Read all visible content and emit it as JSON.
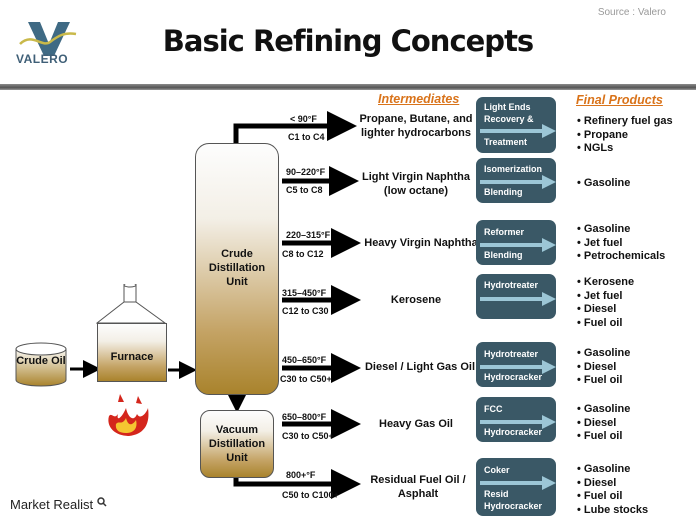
{
  "header": {
    "title": "Basic Refining Concepts",
    "source": "Source : Valero",
    "logo_text": "VALERO",
    "logo_icon": "valero-v-logo"
  },
  "columns": {
    "intermediates_header": "Intermediates",
    "final_products_header": "Final Products"
  },
  "units": {
    "crude_oil": "Crude Oil",
    "furnace": "Furnace",
    "furnace_flame_icon": "flame-icon",
    "crude_distillation": [
      "Crude",
      "Distillation",
      "Unit"
    ],
    "vacuum_distillation": [
      "Vacuum",
      "Distillation",
      "Unit"
    ]
  },
  "streams": [
    {
      "temp": "< 90°F",
      "carbon": "C1 to C4",
      "intermediate": "Propane, Butane, and lighter hydrocarbons",
      "process": [
        "Light Ends",
        "Recovery &",
        "Treatment"
      ],
      "products": [
        "Refinery fuel gas",
        "Propane",
        "NGLs"
      ]
    },
    {
      "temp": "90–220°F",
      "carbon": "C5 to C8",
      "intermediate": "Light Virgin Naphtha (low octane)",
      "process": [
        "Isomerization",
        "Blending"
      ],
      "products": [
        "Gasoline"
      ]
    },
    {
      "temp": "220–315°F",
      "carbon": "C8 to C12",
      "intermediate": "Heavy Virgin Naphtha",
      "process": [
        "Reformer",
        "Blending"
      ],
      "products": [
        "Gasoline",
        "Jet fuel",
        "Petrochemicals"
      ]
    },
    {
      "temp": "315–450°F",
      "carbon": "C12 to C30",
      "intermediate": "Kerosene",
      "process": [
        "Hydrotreater"
      ],
      "products": [
        "Kerosene",
        "Jet fuel",
        "Diesel",
        "Fuel oil"
      ]
    },
    {
      "temp": "450–650°F",
      "carbon": "C30 to C50+",
      "intermediate": "Diesel / Light Gas Oil",
      "process": [
        "Hydrotreater",
        "Hydrocracker"
      ],
      "products": [
        "Gasoline",
        "Diesel",
        "Fuel oil"
      ]
    },
    {
      "temp": "650–800°F",
      "carbon": "C30 to C50+",
      "intermediate": "Heavy Gas Oil",
      "process": [
        "FCC",
        "Hydrocracker"
      ],
      "products": [
        "Gasoline",
        "Diesel",
        "Fuel oil"
      ]
    },
    {
      "temp": "800+°F",
      "carbon": "C50 to C100+",
      "intermediate": "Residual Fuel Oil / Asphalt",
      "process": [
        "Coker",
        "Resid",
        "Hydrocracker"
      ],
      "products": [
        "Gasoline",
        "Diesel",
        "Fuel oil",
        "Lube stocks"
      ]
    }
  ],
  "footer": {
    "watermark": "Market Realist",
    "watermark_icon": "magnifier-icon"
  },
  "colors": {
    "process_box": "#3a5866",
    "process_arrow": "#9cc6d6",
    "header_orange": "#d9731a",
    "vessel_gold": "#a9832c"
  }
}
